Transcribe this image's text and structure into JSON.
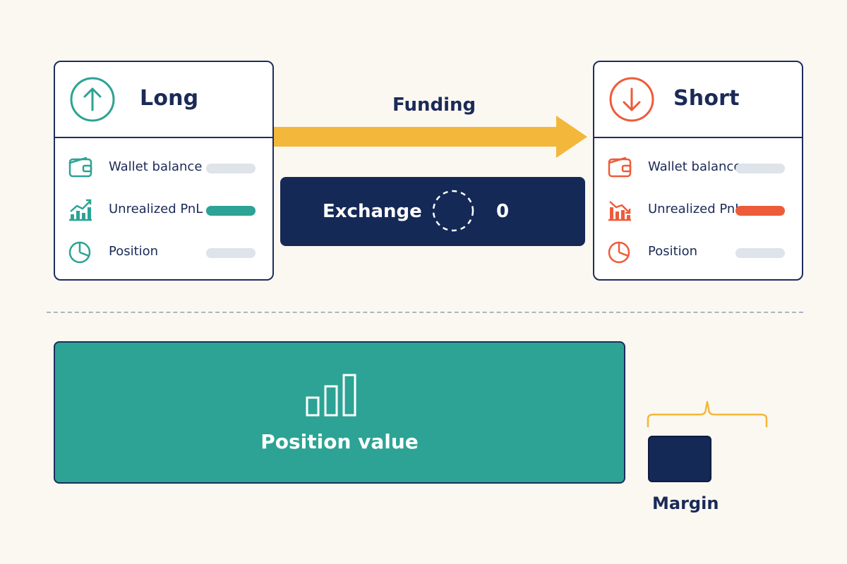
{
  "colors": {
    "navy": "#152957",
    "teal": "#2ca394",
    "red": "#ee5b3a",
    "gold": "#f3b73b",
    "pill_neutral": "#dfe3ea",
    "background": "#fbf8f2"
  },
  "long_card": {
    "title": "Long",
    "icon": "arrow-up-circle-icon",
    "rows": [
      {
        "label": "Wallet balance",
        "icon": "wallet-icon",
        "indicator": "neutral"
      },
      {
        "label": "Unrealized PnL",
        "icon": "trend-up-icon",
        "indicator": "teal"
      },
      {
        "label": "Position",
        "icon": "pie-chart-icon",
        "indicator": "neutral"
      }
    ]
  },
  "short_card": {
    "title": "Short",
    "icon": "arrow-down-circle-icon",
    "rows": [
      {
        "label": "Wallet balance",
        "icon": "wallet-icon",
        "indicator": "neutral"
      },
      {
        "label": "Unrealized PnL",
        "icon": "trend-down-icon",
        "indicator": "red"
      },
      {
        "label": "Position",
        "icon": "pie-chart-icon",
        "indicator": "neutral"
      }
    ]
  },
  "funding": {
    "label": "Funding",
    "icon": "right-arrow-icon"
  },
  "exchange": {
    "label": "Exchange",
    "value": "0",
    "icon": "dashed-circle-icon"
  },
  "position_value": {
    "label": "Position value",
    "icon": "bar-chart-icon"
  },
  "margin": {
    "label": "Margin",
    "icon": "brace-icon"
  }
}
